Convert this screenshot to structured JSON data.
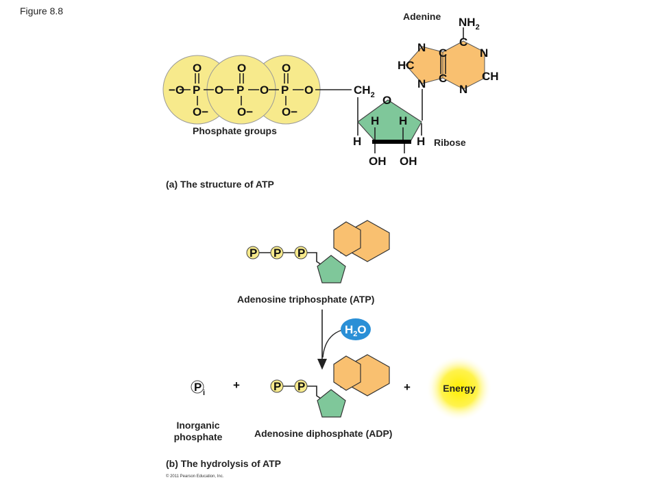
{
  "figure_label": "Figure 8.8",
  "panel_a": {
    "caption": "(a) The structure of ATP",
    "adenine_label": "Adenine",
    "ribose_label": "Ribose",
    "phosphate_label": "Phosphate groups",
    "amine": "NH",
    "amine_sub": "2",
    "ch2": "CH",
    "ch2_sub": "2",
    "atoms": {
      "O": "O",
      "P": "P",
      "O_minus": "O−",
      "minus_O": "−O",
      "N": "N",
      "C": "C",
      "HC": "HC",
      "CH": "CH",
      "H": "H",
      "OH": "OH"
    }
  },
  "panel_b": {
    "caption": "(b) The hydrolysis of ATP",
    "atp_label": "Adenosine triphosphate (ATP)",
    "adp_label": "Adenosine diphosphate (ADP)",
    "water_h": "H",
    "water_sub": "2",
    "water_o": "O",
    "pi_letter": "P",
    "pi_sub": "i",
    "plus": "+",
    "energy": "Energy",
    "inorganic_line1": "Inorganic",
    "inorganic_line2": "phosphate",
    "p_symbol": "P"
  },
  "copyright": "© 2011 Pearson Education, Inc.",
  "colors": {
    "phosphate_fill": "#f7ea8c",
    "adenine_fill": "#f9c070",
    "ribose_fill": "#7fc79a",
    "water_fill": "#2a8fd6",
    "energy_core": "#ffee00"
  }
}
